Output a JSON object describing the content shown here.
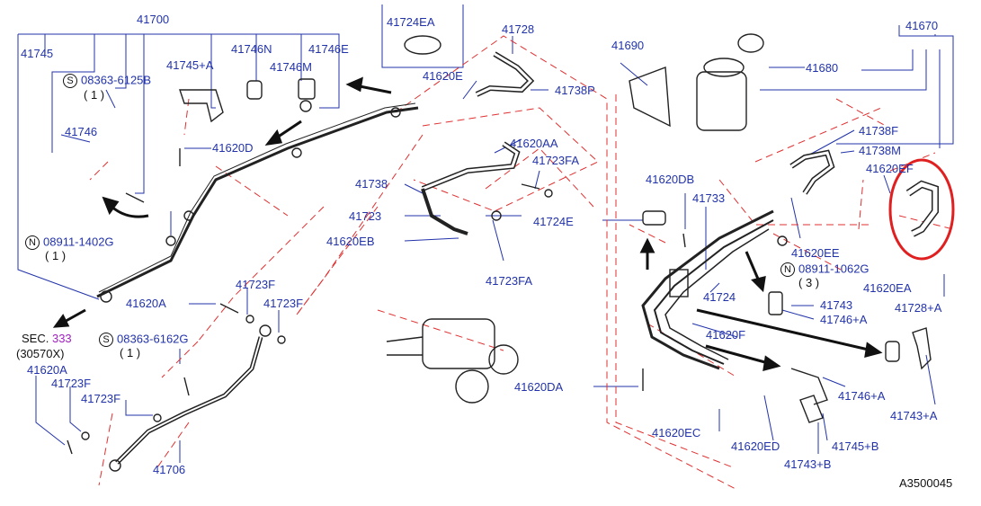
{
  "colors": {
    "callout_blue": "#2233aa",
    "leader_line": "#2233aa",
    "phantom_red": "#e03030",
    "highlight_circle": "#e02020",
    "part_ink": "#222222"
  },
  "diagram_id": "A3500045",
  "section_ref": {
    "prefix": "SEC.",
    "number": "333",
    "sub": "(30570X)"
  },
  "parts": {
    "p41700": "41700",
    "p41745": "41745",
    "p41746": "41746",
    "p41746N": "41746N",
    "p41746E": "41746E",
    "p41746M": "41746M",
    "p41745A": "41745+A",
    "p08363_6125B": "08363-6125B",
    "qty1_a": "( 1 )",
    "p41620D": "41620D",
    "p08911_1402G": "08911-1402G",
    "qty1_b": "( 1 )",
    "p41620A_top": "41620A",
    "p08363_6162G": "08363-6162G",
    "qty1_c": "( 1 )",
    "p41620A_left": "41620A",
    "p41723F_a": "41723F",
    "p41723F_b": "41723F",
    "p41723F_c": "41723F",
    "p41723F_d": "41723F",
    "p41706": "41706",
    "p41724EA": "41724EA",
    "p41728": "41728",
    "p41620E": "41620E",
    "p41738P": "41738P",
    "p41620AA": "41620AA",
    "p41723FA_top": "41723FA",
    "p41738": "41738",
    "p41723": "41723",
    "p41620EB": "41620EB",
    "p41724E": "41724E",
    "p41723FA_bot": "41723FA",
    "p41620DA": "41620DA",
    "p41690": "41690",
    "p41670": "41670",
    "p41680": "41680",
    "p41738F": "41738F",
    "p41738M": "41738M",
    "p41620EF": "41620EF",
    "p41620DB": "41620DB",
    "p41733": "41733",
    "p41620EE": "41620EE",
    "p08911_1062G": "08911-1062G",
    "qty3": "( 3 )",
    "p41620EA": "41620EA",
    "p41728A": "41728+A",
    "p41724": "41724",
    "p41743": "41743",
    "p41746A_top": "41746+A",
    "p41620F": "41620F",
    "p41746A_bot": "41746+A",
    "p41743A": "41743+A",
    "p41620EC": "41620EC",
    "p41620ED": "41620ED",
    "p41745B": "41745+B",
    "p41743B": "41743+B",
    "circle_S": "S",
    "circle_N": "N"
  }
}
